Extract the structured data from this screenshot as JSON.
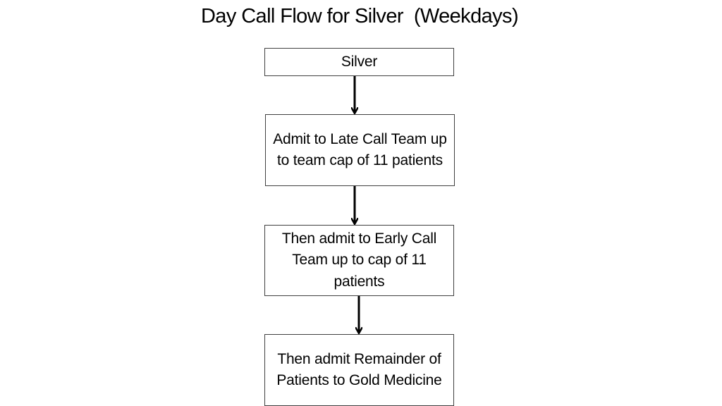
{
  "title": "Day Call Flow for Silver  (Weekdays)",
  "nodes": [
    {
      "id": "silver",
      "text": "Silver"
    },
    {
      "id": "late_call",
      "text": "Admit to Late Call Team up to team cap of 11 patients"
    },
    {
      "id": "early_call",
      "text": "Then admit to Early Call Team up to cap of 11 patients"
    },
    {
      "id": "gold",
      "text": "Then admit Remainder of Patients to Gold Medicine"
    }
  ],
  "edges": [
    {
      "from": "silver",
      "to": "late_call"
    },
    {
      "from": "late_call",
      "to": "early_call"
    },
    {
      "from": "early_call",
      "to": "gold"
    }
  ],
  "colors": {
    "box_border": "#404040",
    "arrow": "#000000",
    "text": "#000000",
    "background": "#ffffff"
  }
}
